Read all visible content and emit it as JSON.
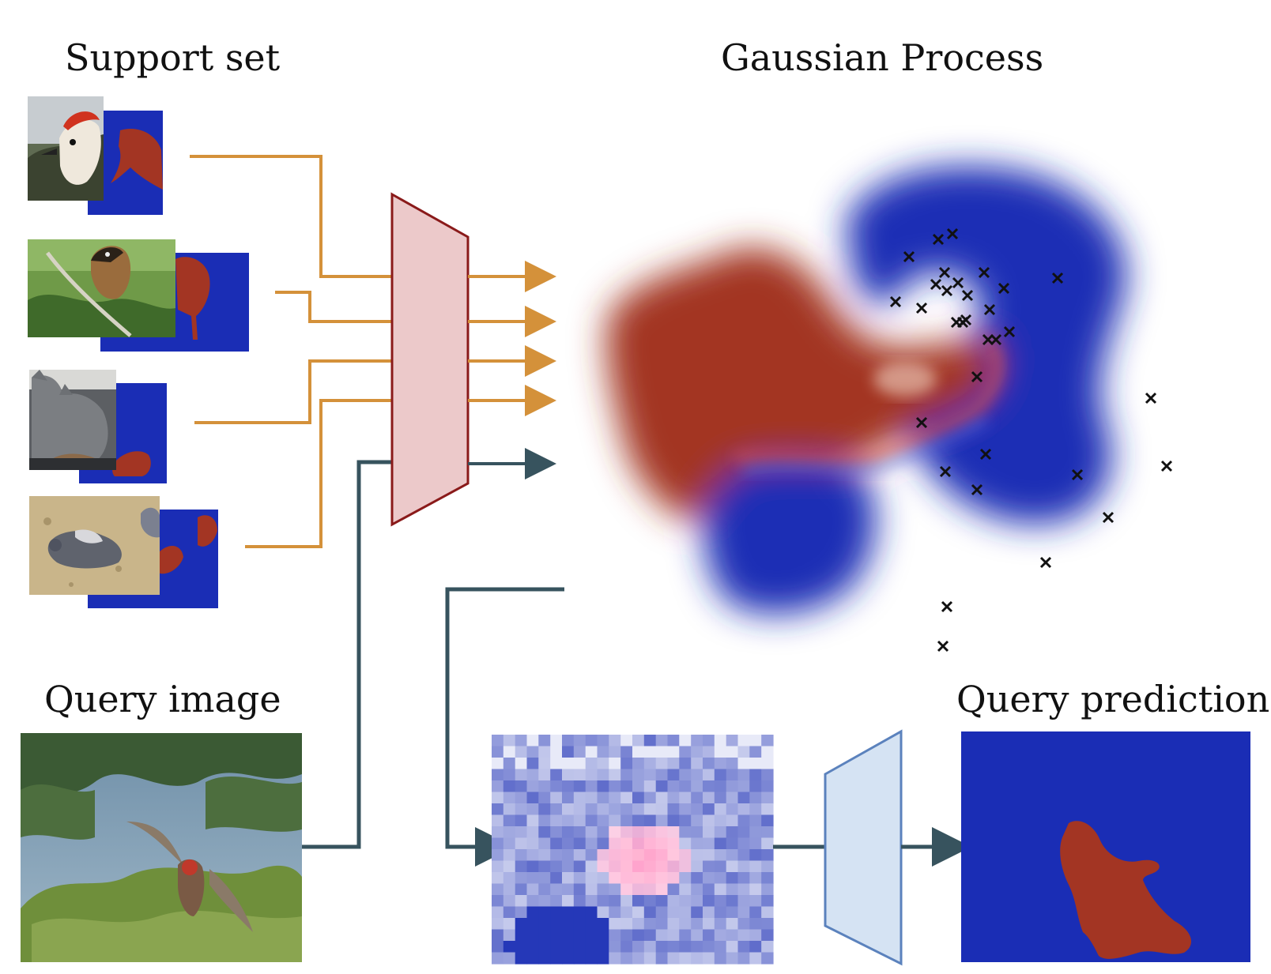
{
  "labels": {
    "support_set": "Support set",
    "gaussian_process": "Gaussian Process",
    "query_image": "Query image",
    "query_prediction": "Query prediction"
  },
  "colors": {
    "support_arrow": "#d4913a",
    "query_arrow": "#37535e",
    "encoder_fill": "#ecc9ca",
    "encoder_stroke": "#8a1a1a",
    "decoder_fill": "#d5e3f3",
    "decoder_stroke": "#5b82bd",
    "background_class": "#1a2db5",
    "foreground_class": "#a33523"
  },
  "support_examples": [
    {
      "image": "woodpecker-photo",
      "mask": "woodpecker-mask"
    },
    {
      "image": "songbird-photo",
      "mask": "songbird-mask"
    },
    {
      "image": "kitten-with-bird-photo",
      "mask": "kitten-bird-mask"
    },
    {
      "image": "pigeon-photo",
      "mask": "pigeon-mask"
    }
  ]
}
